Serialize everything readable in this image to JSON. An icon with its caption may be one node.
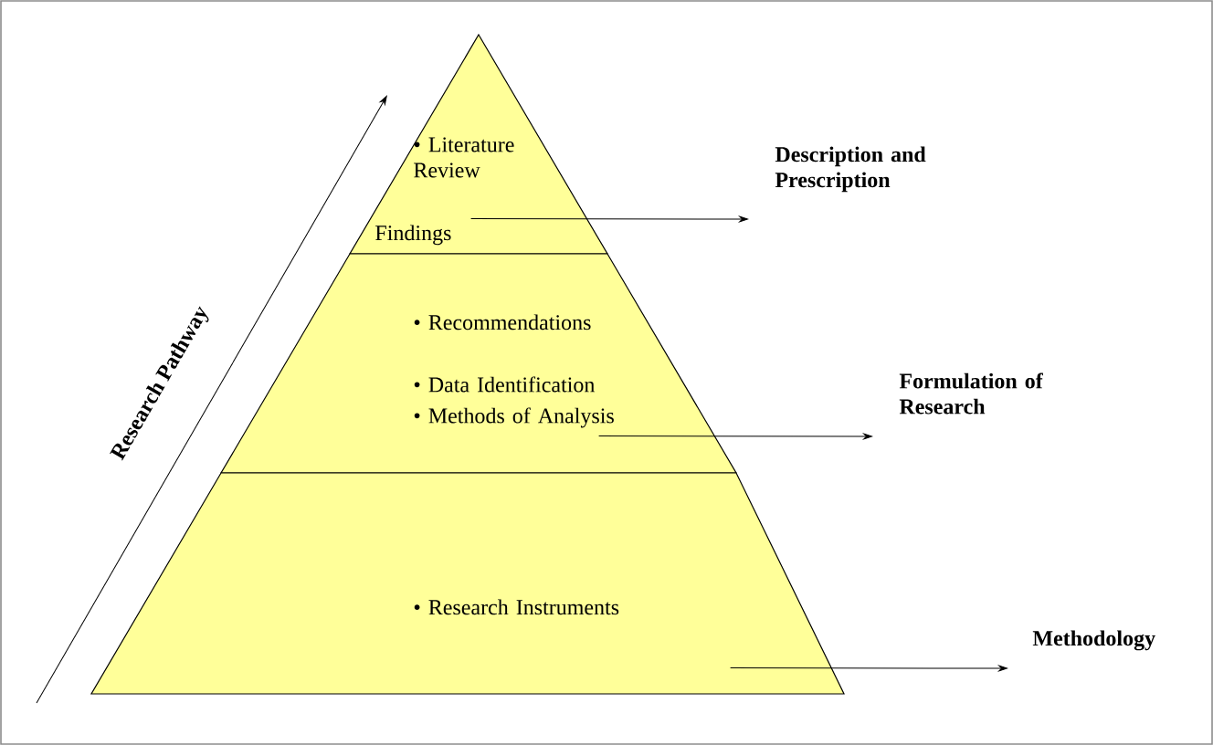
{
  "diagram": {
    "nodes": [
      {
        "text": [
          "• Literature Review",
          "Findings"
        ]
      },
      {
        "text": [
          "• Recommendations",
          "• Data Identification",
          "• Methods of Analysis"
        ]
      },
      {
        "text": [
          "• Research Instruments"
        ]
      },
      {
        "text": [
          "Description and Prescription"
        ]
      },
      {
        "text": [
          "Formulation of Research"
        ]
      },
      {
        "text": [
          "Methodology"
        ]
      }
    ],
    "edges": [
      {
        "from": 0,
        "to": 3,
        "arrow": "to"
      },
      {
        "from": 1,
        "to": 4,
        "arrow": "to"
      },
      {
        "from": 2,
        "to": 5,
        "arrow": "to"
      }
    ],
    "labels": [
      "Research Pathway"
    ]
  }
}
